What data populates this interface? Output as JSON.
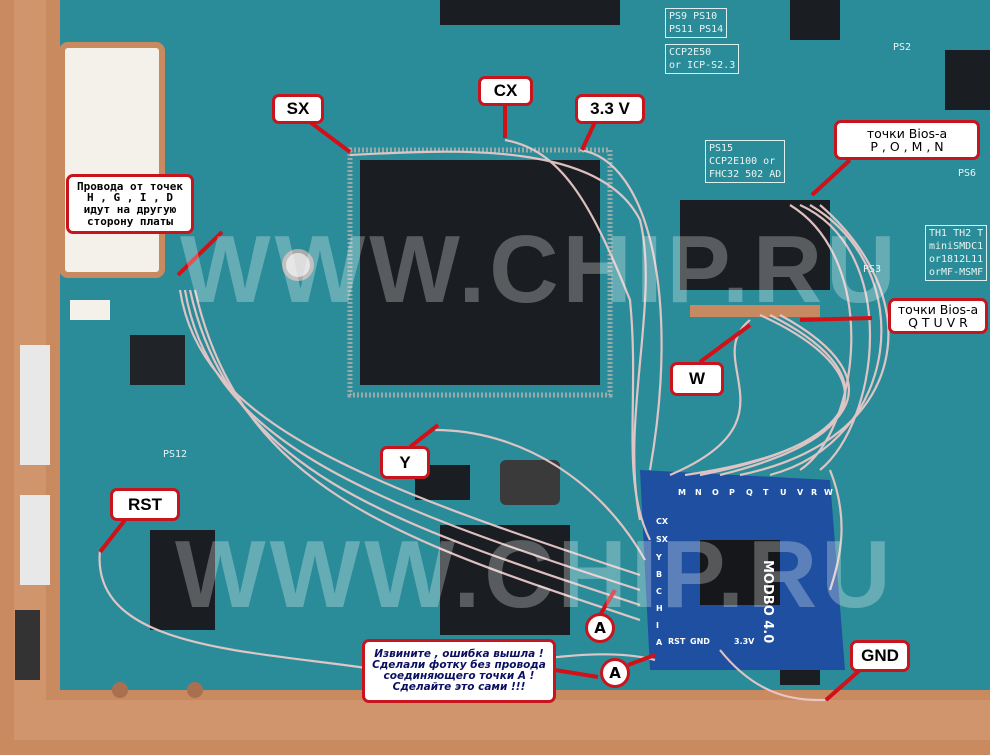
{
  "watermark": "WWW.CHIP.RU",
  "callouts": {
    "sx": "SX",
    "cx": "CX",
    "v33": "3.3 V",
    "w": "W",
    "y": "Y",
    "rst": "RST",
    "gnd": "GND",
    "a1": "A",
    "a2": "A",
    "wires_note": [
      "Провода от точек",
      "H , G , I , D",
      "идут на другую",
      "сторону платы"
    ],
    "bios_pomn": [
      "точки Bios-a",
      "P , O , M , N"
    ],
    "bios_qtuvr": [
      "точки Bios-a",
      "Q T U V R"
    ],
    "apology": [
      "Извините , ошибка вышла !",
      "Сделали фотку без провода",
      "соединяющего точки А !",
      "Сделайте это сами !!!"
    ]
  },
  "silkscreen": {
    "ps9": "PS9 PS10",
    "ps11": "PS11 PS14",
    "ccp2e50": "CCP2E50",
    "icp": "or ICP-S2.3",
    "ps15": "PS15",
    "ccp2e100": "CCP2E100 or",
    "fhc": "FHC32 502 AD",
    "th": "TH1 TH2 T",
    "mini": "miniSMDC1",
    "or1812": "or1812L11",
    "ormf": "orMF-MSMF",
    "ps12": "PS12",
    "ps3": "PS3",
    "ps2": "PS2",
    "ps6": "PS6"
  },
  "modchip": {
    "top_pins": [
      "M",
      "N",
      "O",
      "P",
      "Q",
      "T",
      "U",
      "V",
      "R",
      "W"
    ],
    "side_pins": [
      "CX",
      "SX",
      "Y",
      "B",
      "C",
      "H",
      "I",
      "A"
    ],
    "bottom_pins": [
      "RST",
      "GND",
      "3.3V"
    ],
    "label": "MODBO 4.0"
  },
  "colors": {
    "pcb": "#2a8c99",
    "copper": "#c98a60",
    "callout_border": "#c8141c",
    "wire": "#e8c8c8"
  }
}
